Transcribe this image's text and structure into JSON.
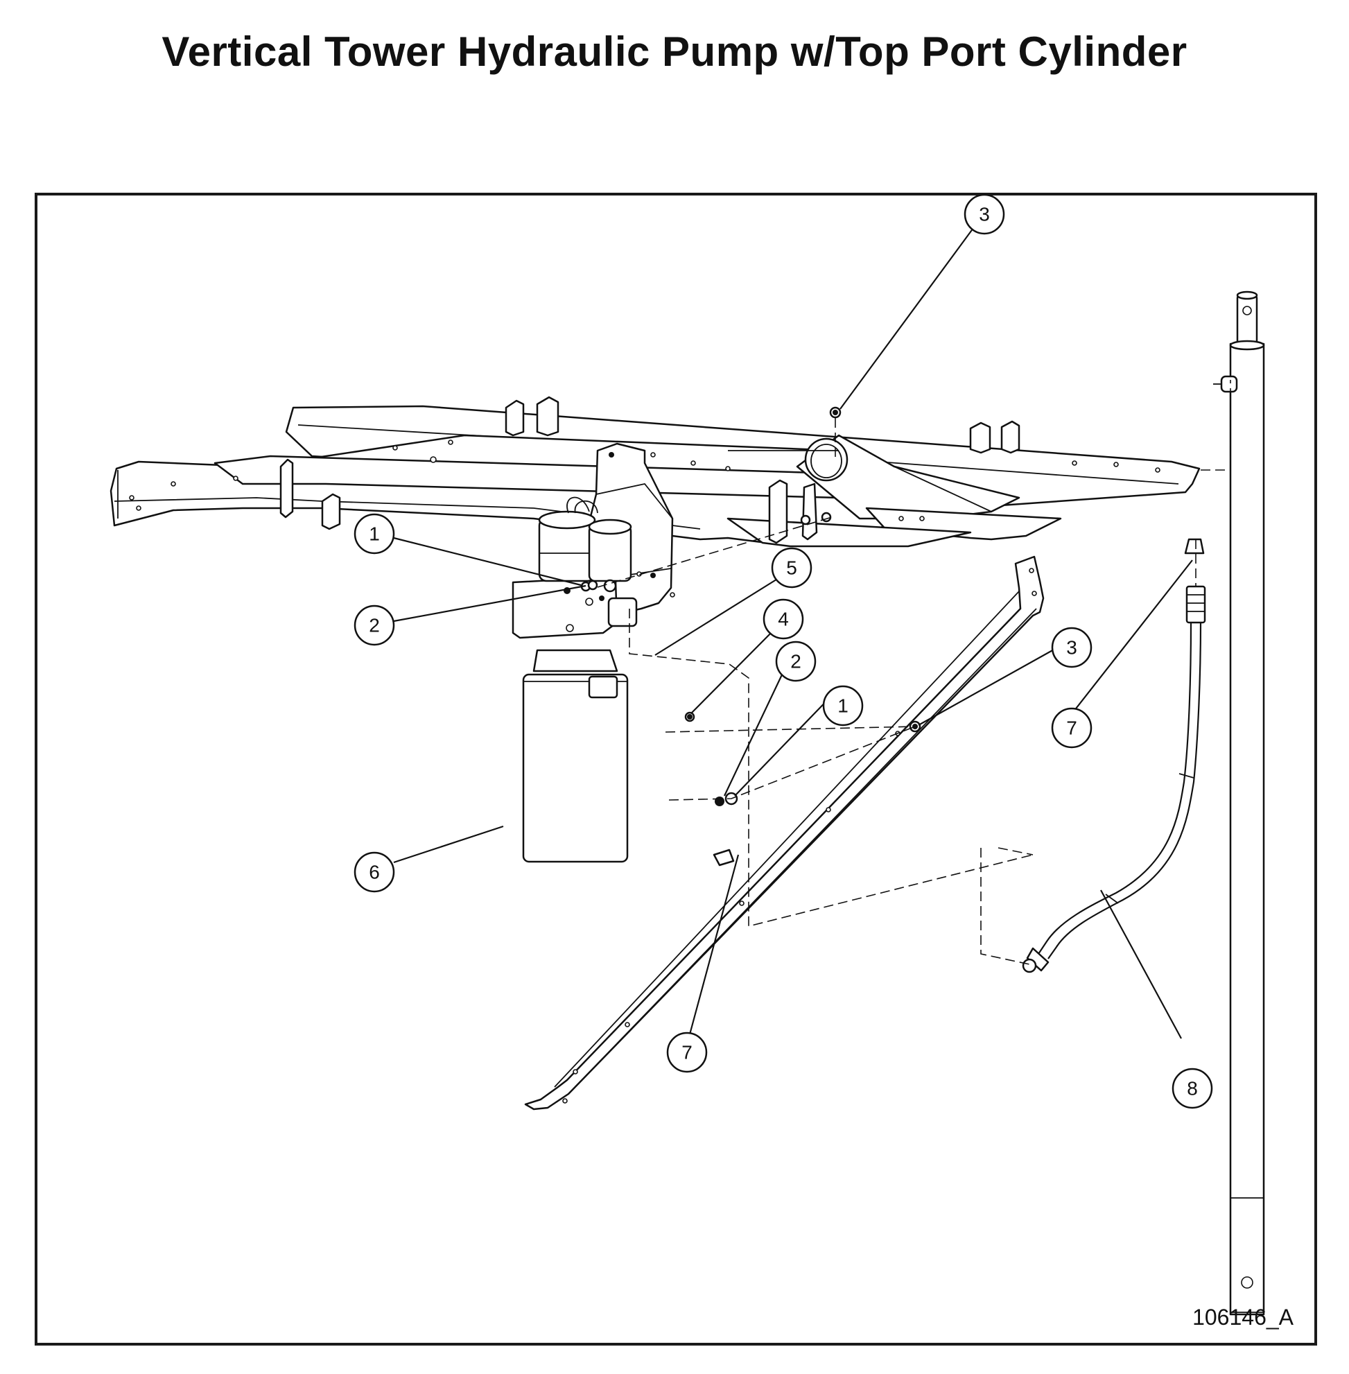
{
  "title": "Vertical Tower Hydraulic Pump w/Top Port Cylinder",
  "drawing_id": "106146_A",
  "callouts": [
    {
      "label": "1"
    },
    {
      "label": "2"
    },
    {
      "label": "3"
    },
    {
      "label": "4"
    },
    {
      "label": "5"
    },
    {
      "label": "2"
    },
    {
      "label": "1"
    },
    {
      "label": "3"
    },
    {
      "label": "7"
    },
    {
      "label": "6"
    },
    {
      "label": "7"
    },
    {
      "label": "8"
    }
  ]
}
